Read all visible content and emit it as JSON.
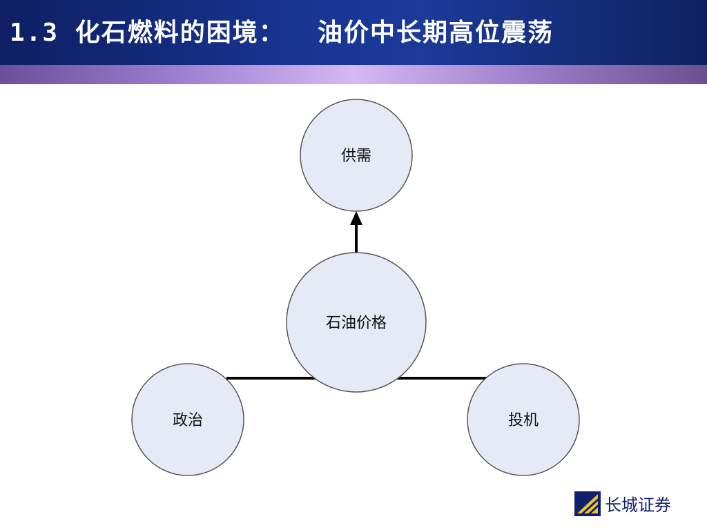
{
  "slide": {
    "title": "1.3 化石燃料的困境：  油价中长期高位震荡"
  },
  "diagram": {
    "center": {
      "label": "石油价格"
    },
    "nodes": {
      "top": {
        "label": "供需"
      },
      "left": {
        "label": "政治"
      },
      "right": {
        "label": "投机"
      }
    }
  },
  "footer": {
    "logo_text": "长城证券"
  },
  "colors": {
    "title_bg": "#183694",
    "stripe": "#c9a8ef",
    "node_fill": "#e6eaf6",
    "node_stroke": "#555555",
    "logo": "#10206b"
  }
}
